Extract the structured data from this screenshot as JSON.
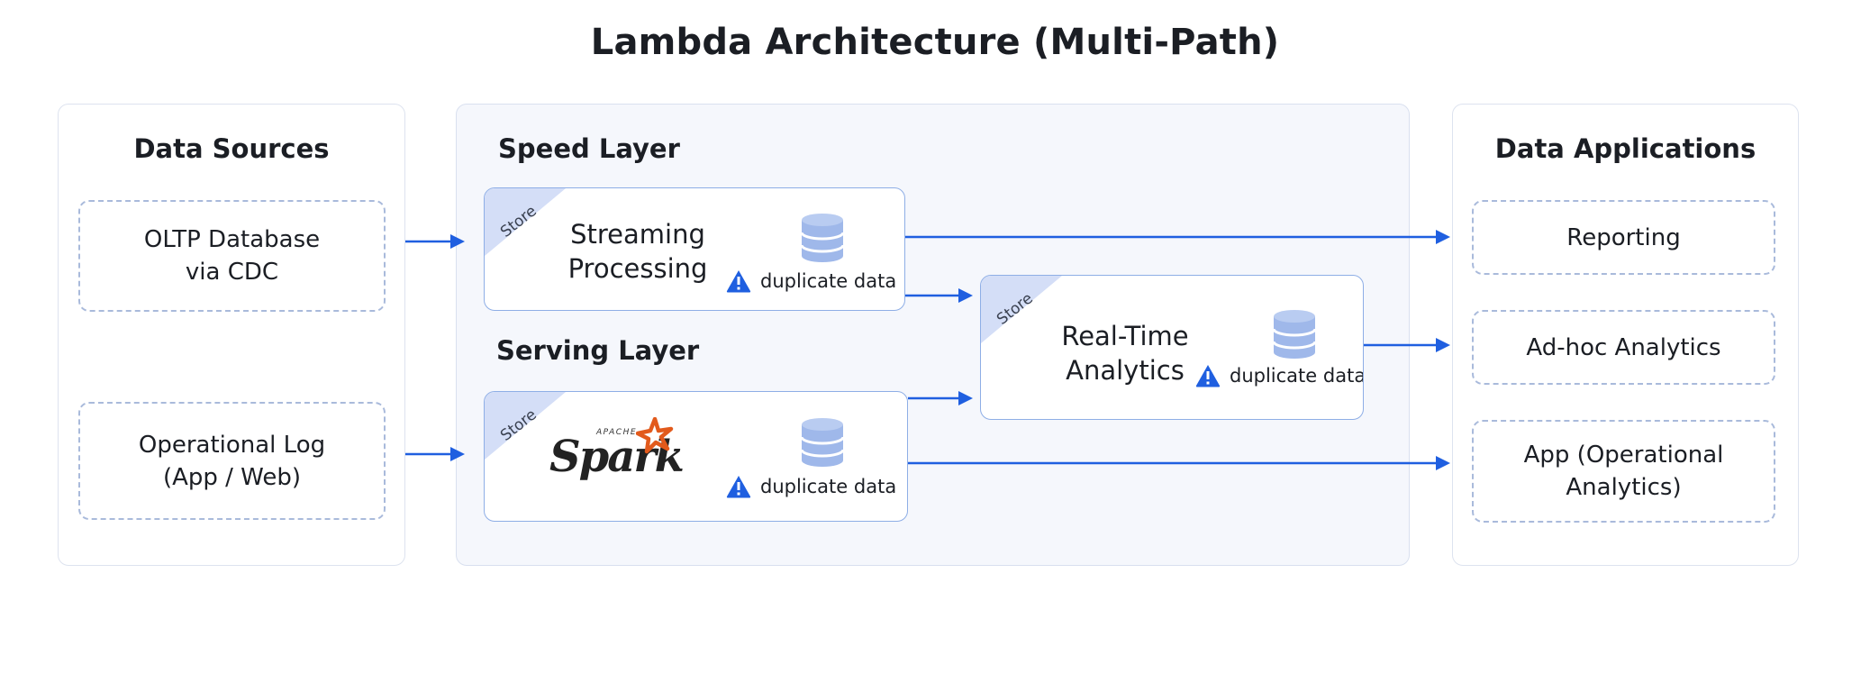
{
  "title": "Lambda Architecture (Multi-Path)",
  "sources": {
    "heading": "Data Sources",
    "items": [
      "OLTP Database\nvia CDC",
      "Operational Log\n(App / Web)"
    ]
  },
  "speed_layer": {
    "heading": "Speed Layer",
    "store_label": "Store",
    "title": "Streaming\nProcessing",
    "warning": "duplicate data",
    "icons": [
      "database-icon",
      "warning-icon"
    ]
  },
  "serving_layer": {
    "heading": "Serving Layer",
    "store_label": "Store",
    "logo_small": "APACHE",
    "logo_text": "Spark",
    "warning": "duplicate data",
    "icons": [
      "spark-logo",
      "database-icon",
      "warning-icon"
    ]
  },
  "realtime": {
    "store_label": "Store",
    "title": "Real-Time\nAnalytics",
    "warning": "duplicate data"
  },
  "applications": {
    "heading": "Data Applications",
    "items": [
      "Reporting",
      "Ad-hoc Analytics",
      "App (Operational\nAnalytics)"
    ]
  },
  "colors": {
    "accent": "#1f5fe0",
    "card_border": "#8eaee6",
    "ribbon": "#d4def7",
    "database": "#9fb8ea",
    "panel_bg": "#f5f7fc"
  }
}
